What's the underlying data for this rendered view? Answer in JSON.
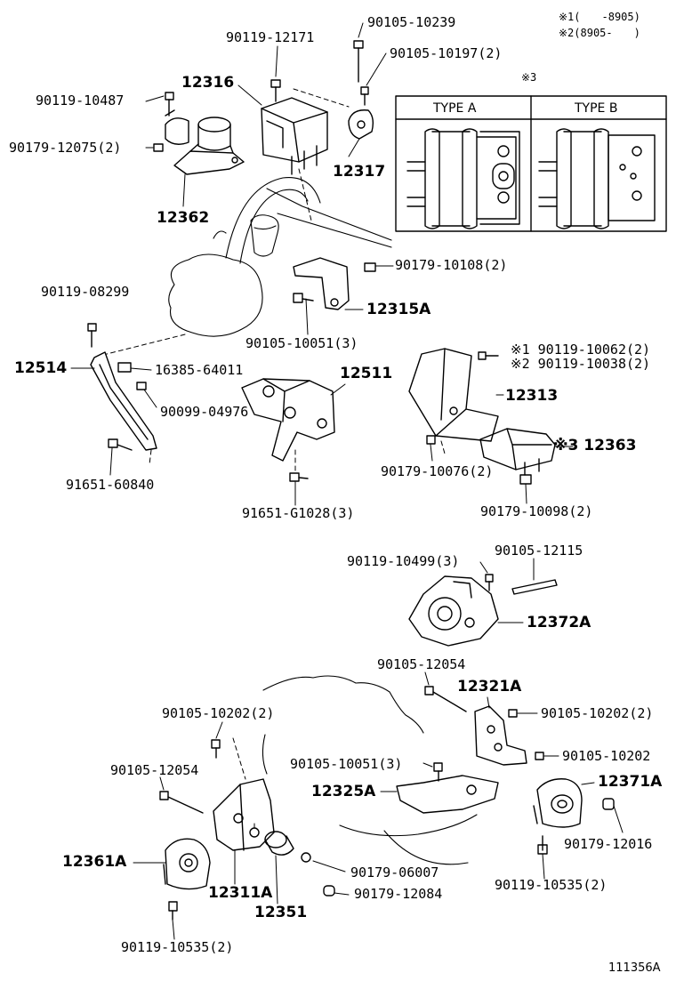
{
  "figure_id": "111356A",
  "notes": {
    "n1": "※1(　　-8905)",
    "n2": "※2(8905-　　)",
    "n3": "※3"
  },
  "inset": {
    "type_a": "TYPE A",
    "type_b": "TYPE B"
  },
  "labels": {
    "p90105_10239": "90105-10239",
    "p90119_12171": "90119-12171",
    "p90105_10197": "90105-10197(2)",
    "p12316": "12316",
    "p90119_10487": "90119-10487",
    "p90179_12075": "90179-12075(2)",
    "p12317": "12317",
    "p12362": "12362",
    "p90179_10108": "90179-10108(2)",
    "p90119_08299": "90119-08299",
    "p12315A": "12315A",
    "p90105_10051_top": "90105-10051(3)",
    "p90119_10062": "※1 90119-10062(2)",
    "p90119_10038": "※2 90119-10038(2)",
    "p12514": "12514",
    "p16385_64011": "16385-64011",
    "p12511": "12511",
    "p12313": "12313",
    "p90099_04976": "90099-04976",
    "p12363": "※3 12363",
    "p90179_10076": "90179-10076(2)",
    "p91651_60840": "91651-60840",
    "p91651_G1028": "91651-G1028(3)",
    "p90179_10098": "90179-10098(2)",
    "p90105_12115": "90105-12115",
    "p90119_10499": "90119-10499(3)",
    "p12372A": "12372A",
    "p90105_12054_top": "90105-12054",
    "p12321A": "12321A",
    "p90105_10202_l": "90105-10202(2)",
    "p90105_10202_r2": "90105-10202(2)",
    "p90105_10202_r": "90105-10202",
    "p90105_12054_left": "90105-12054",
    "p90105_10051_bot": "90105-10051(3)",
    "p12371A": "12371A",
    "p12325A": "12325A",
    "p90179_12016": "90179-12016",
    "p12361A": "12361A",
    "p90179_06007": "90179-06007",
    "p90119_10535_r": "90119-10535(2)",
    "p12311A": "12311A",
    "p90179_12084": "90179-12084",
    "p12351": "12351",
    "p90119_10535_l": "90119-10535(2)"
  }
}
